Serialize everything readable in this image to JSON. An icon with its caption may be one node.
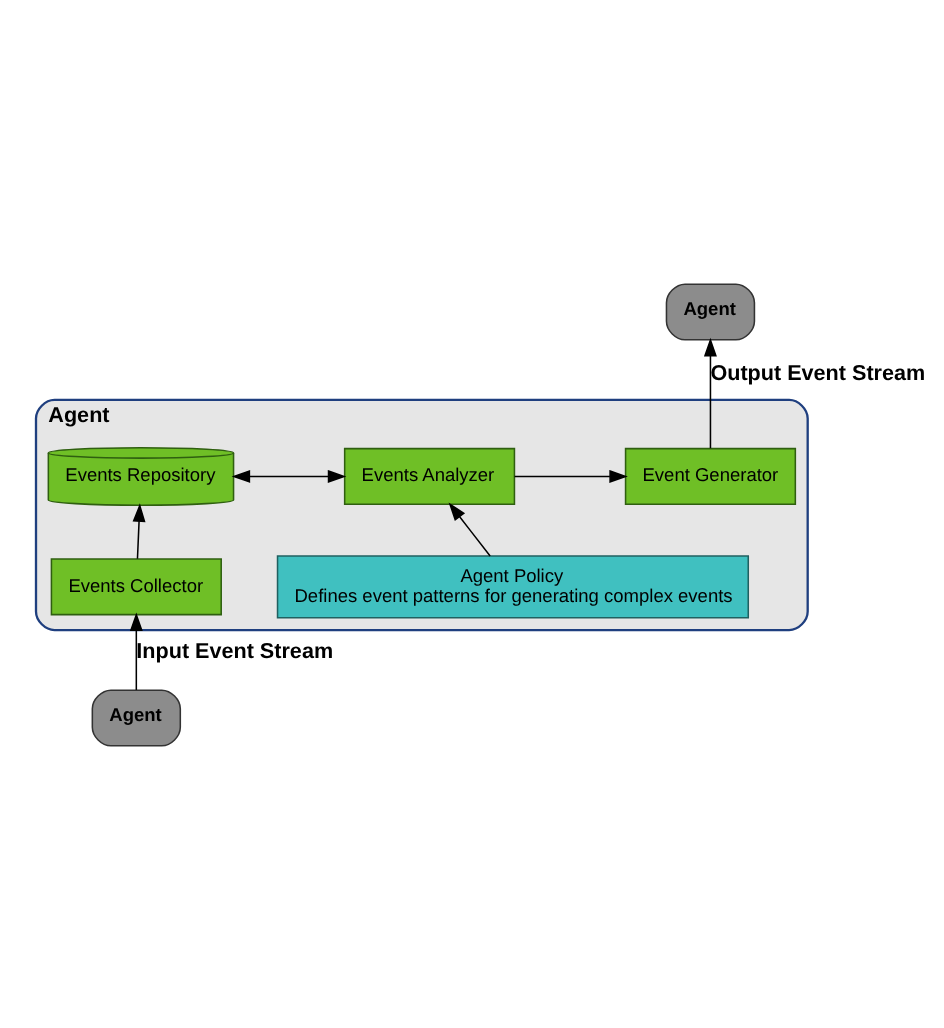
{
  "diagram": {
    "nodes": [
      {
        "text": [
          "Agent"
        ]
      },
      {
        "text": [
          "Agent"
        ]
      },
      {
        "text": [
          "Events Repository"
        ],
        "in": 1
      },
      {
        "text": [
          "Events Analyzer"
        ],
        "in": 1
      },
      {
        "text": [
          "Event Generator"
        ],
        "in": 1
      },
      {
        "text": [
          "Agent Policy",
          "Defines event patterns for generating complex events"
        ],
        "in": 1
      },
      {
        "text": [
          "Events Collector"
        ],
        "in": 1
      },
      {
        "text": [
          "Agent"
        ]
      }
    ],
    "edges": [
      {
        "from": 4,
        "to": 0,
        "arrow": "to",
        "label": "Output Event Stream"
      },
      {
        "from": 2,
        "to": 3,
        "arrow": "both"
      },
      {
        "from": 3,
        "to": 4,
        "arrow": "to"
      },
      {
        "from": 5,
        "to": 3,
        "arrow": "to"
      },
      {
        "from": 6,
        "to": 2,
        "arrow": "to"
      },
      {
        "from": 7,
        "to": 6,
        "arrow": "to",
        "label": "Input Event Stream"
      }
    ]
  }
}
